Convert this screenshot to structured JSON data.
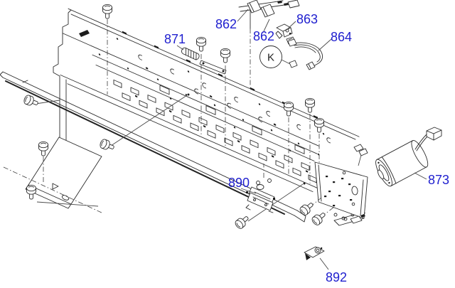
{
  "colors": {
    "background": "#ffffff",
    "line": "#2b2b2b",
    "callout_text": "#2020cf"
  },
  "callouts": [
    {
      "id": "862-a",
      "label": "862"
    },
    {
      "id": "862-b",
      "label": "862"
    },
    {
      "id": "863",
      "label": "863"
    },
    {
      "id": "864",
      "label": "864"
    },
    {
      "id": "871",
      "label": "871"
    },
    {
      "id": "873",
      "label": "873"
    },
    {
      "id": "890",
      "label": "890"
    },
    {
      "id": "892",
      "label": "892"
    }
  ],
  "k_badge": {
    "label": "K"
  }
}
